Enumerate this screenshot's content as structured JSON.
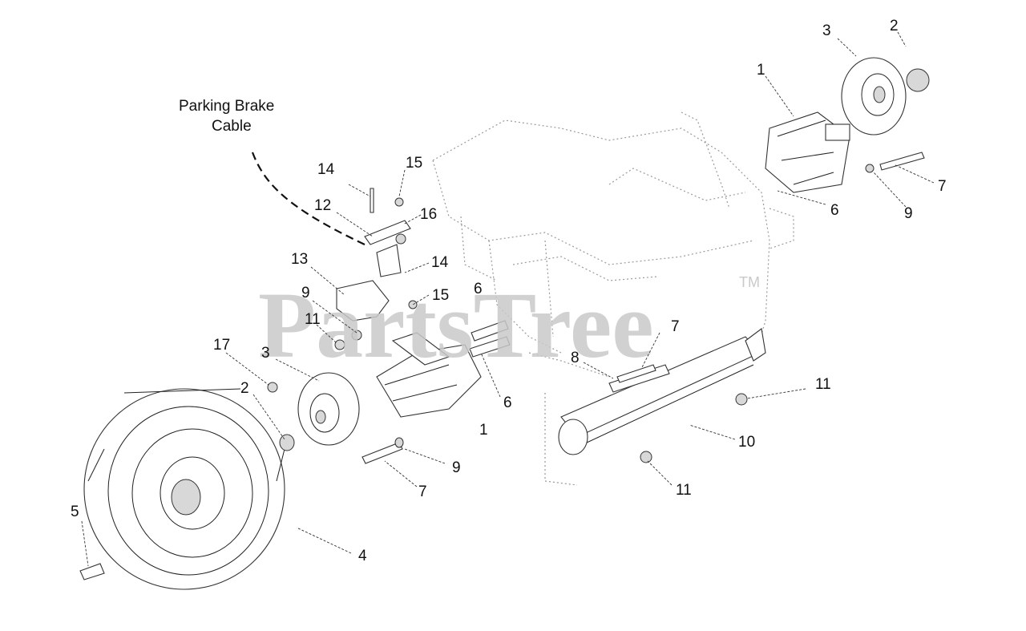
{
  "diagram": {
    "cable_label_line1": "Parking Brake",
    "cable_label_line2": "Cable",
    "watermark": "PartsTree",
    "watermark_tm": "TM",
    "callouts": [
      "3",
      "2",
      "1",
      "7",
      "6",
      "9",
      "15",
      "14",
      "12",
      "16",
      "14",
      "13",
      "6",
      "15",
      "9",
      "11",
      "7",
      "17",
      "3",
      "8",
      "11",
      "2",
      "6",
      "1",
      "10",
      "9",
      "11",
      "7",
      "5",
      "4"
    ]
  }
}
